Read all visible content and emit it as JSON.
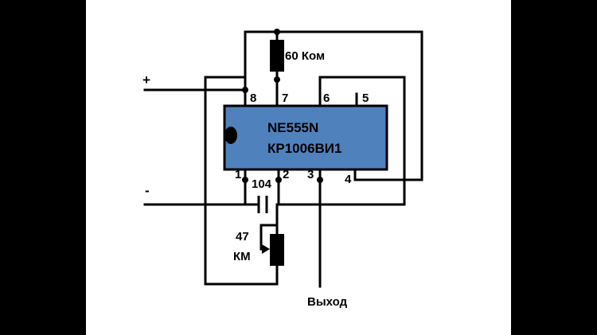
{
  "chip": {
    "line1": "NE555N",
    "line2": "КР1006ВИ1",
    "color": "#4F81BD"
  },
  "pins": {
    "p1": "1",
    "p2": "2",
    "p3": "3",
    "p4": "4",
    "p5": "5",
    "p6": "6",
    "p7": "7",
    "p8": "8"
  },
  "supply": {
    "plus": "+",
    "minus": "-"
  },
  "components": {
    "resistor_top": "60 Ком",
    "capacitor": "104",
    "pot_line1": "47",
    "pot_line2": "КМ"
  },
  "output": "Выход"
}
